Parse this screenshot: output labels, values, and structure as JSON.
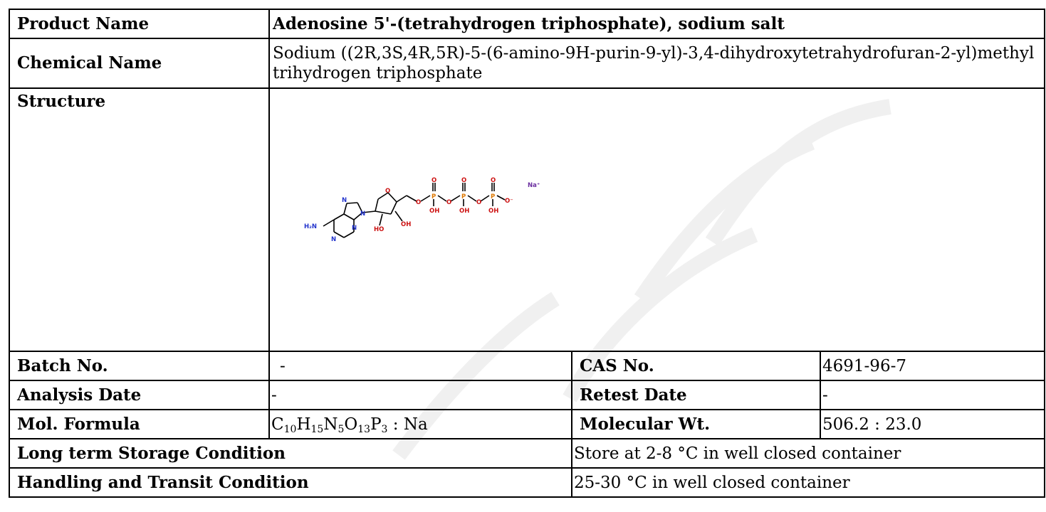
{
  "rows": {
    "product_name": {
      "label": "Product Name",
      "value": "Adenosine 5'-(tetrahydrogen triphosphate), sodium salt"
    },
    "chemical_name": {
      "label": "Chemical Name",
      "value": "Sodium ((2R,3S,4R,5R)-5-(6-amino-9H-purin-9-yl)-3,4-dihydroxytetrahydrofuran-2-yl)methyl trihydrogen triphosphate"
    },
    "structure": {
      "label": "Structure"
    },
    "batch": {
      "label": "Batch No.",
      "value": "-",
      "label2": "CAS No.",
      "value2": "4691-96-7"
    },
    "analysis": {
      "label": "Analysis Date",
      "value": "-",
      "label2": "Retest Date",
      "value2": "-"
    },
    "formula": {
      "label": "Mol. Formula",
      "parts": [
        {
          "el": "C",
          "n": "10"
        },
        {
          "el": "H",
          "n": "15"
        },
        {
          "el": "N",
          "n": "5"
        },
        {
          "el": "O",
          "n": "13"
        },
        {
          "el": "P",
          "n": "3"
        }
      ],
      "suffix": " : Na",
      "label2": "Molecular Wt.",
      "value2": "506.2 : 23.0"
    },
    "storage": {
      "label": "Long term Storage Condition",
      "value": "Store at 2-8 °C in well closed container"
    },
    "handling": {
      "label": "Handling and Transit Condition",
      "value": "25-30 °C in well closed container"
    }
  },
  "structure_atoms": {
    "nh2": "H₂N",
    "n": "N",
    "o": "O",
    "p": "P",
    "oh": "OH",
    "ho": "HO",
    "o_minus": "O⁻",
    "na_plus": "Na⁺"
  },
  "colors": {
    "nitrogen": "#2233cc",
    "oxygen": "#cc1111",
    "phosphorus": "#dd7700",
    "watermark": "#f0f0f0"
  }
}
